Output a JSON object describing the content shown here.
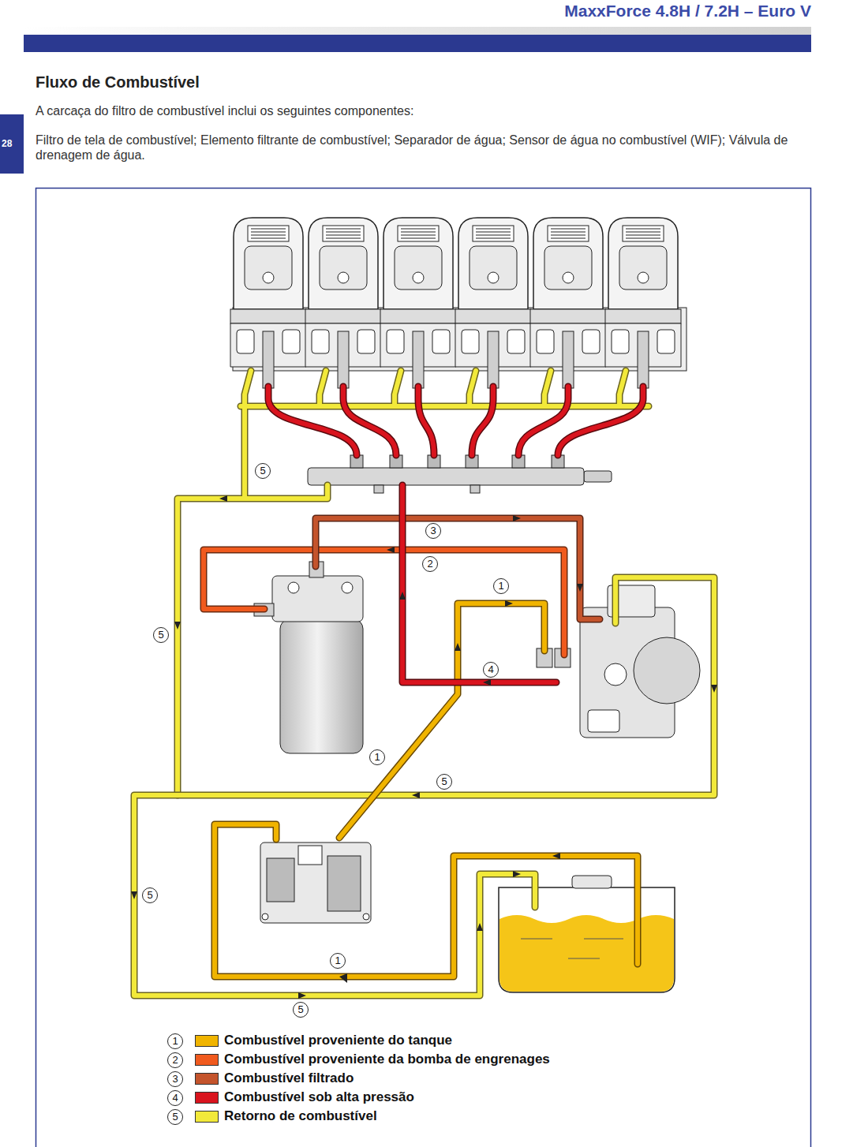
{
  "diagram": {
    "title": "Fluxo de Combustível",
    "nodes": [
      {
        "text": [
          "28"
        ]
      }
    ],
    "labels": [
      "MaxxForce 4.8H / 7.2H – Euro V",
      "A carcaça do filtro de combustível inclui os seguintes componentes:",
      "Filtro de tela de combustível; Elemento filtrante de combustível; Separador de água; Sensor de água no combustível (WIF); Válvula de drenagem de água.",
      "5",
      "3",
      "2",
      "1",
      "5",
      "4",
      "1",
      "5",
      "5",
      "1",
      "5",
      "1",
      "2",
      "3",
      "4",
      "5"
    ],
    "legend": [
      {
        "text": "Combustível proveniente do tanque",
        "color": "#f0b400"
      },
      {
        "text": "Combustível proveniente da bomba de engrenages",
        "color": "#f05a1e"
      },
      {
        "text": "Combustível filtrado",
        "color": "#c4542c"
      },
      {
        "text": "Combustível sob alta pressão",
        "color": "#d9141e"
      },
      {
        "text": "Retorno de combustível",
        "color": "#f2e93a"
      }
    ]
  }
}
